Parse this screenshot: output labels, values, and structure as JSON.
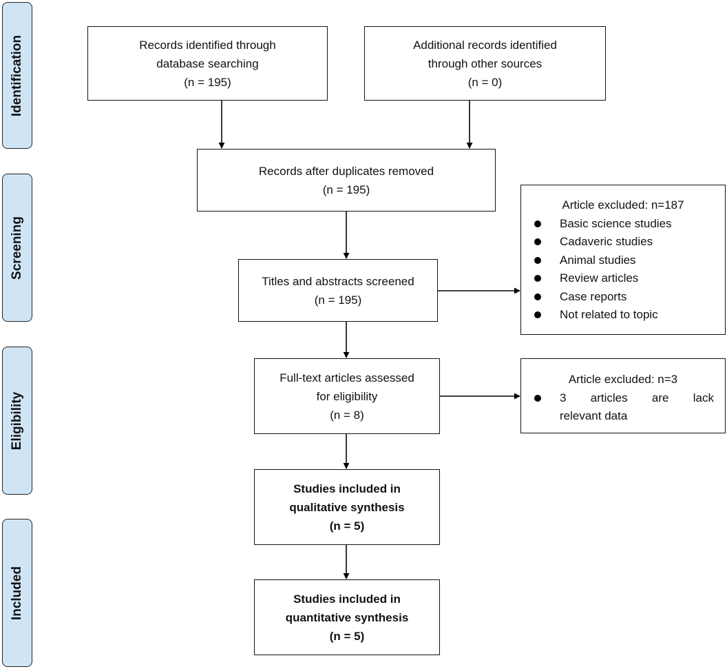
{
  "phases": {
    "identification": "Identification",
    "screening": "Screening",
    "eligibility": "Eligibility",
    "included": "Included"
  },
  "boxes": {
    "database_search": {
      "line1": "Records identified through",
      "line2": "database searching",
      "count": "(n = 195)"
    },
    "other_sources": {
      "line1": "Additional records identified",
      "line2": "through other sources",
      "count": "(n = 0)"
    },
    "duplicates_removed": {
      "line1": "Records after duplicates removed",
      "count": "(n = 195)"
    },
    "screened": {
      "line1": "Titles and abstracts screened",
      "count": "(n = 195)"
    },
    "full_text": {
      "line1": "Full-text articles assessed",
      "line2": "for eligibility",
      "count": "(n = 8)"
    },
    "qualitative": {
      "line1": "Studies included in",
      "line2": "qualitative synthesis",
      "count": "(n = 5)"
    },
    "quantitative": {
      "line1": "Studies included in",
      "line2": "quantitative synthesis",
      "count": "(n = 5)"
    }
  },
  "exclusions": {
    "screening": {
      "title": "Article excluded: n=187",
      "items": [
        "Basic science studies",
        "Cadaveric studies",
        "Animal studies",
        "Review articles",
        "Case reports",
        "Not related to topic"
      ]
    },
    "eligibility": {
      "title": "Article excluded: n=3",
      "item_line1": "3 articles are lack",
      "item_line2": "relevant data"
    }
  }
}
